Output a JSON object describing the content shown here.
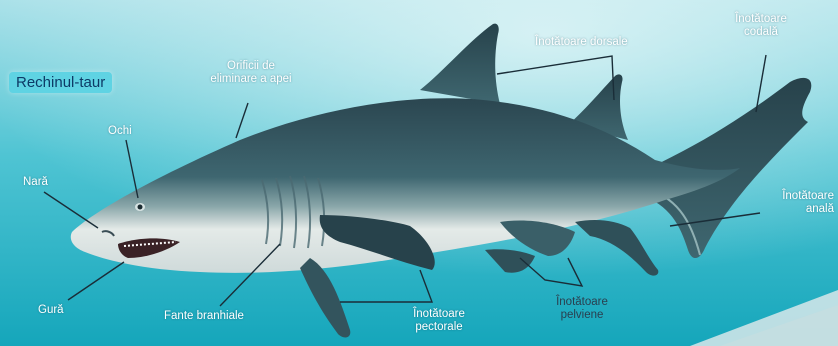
{
  "title": "Rechinul-taur",
  "labels": {
    "orifici": "Orificii de\neliminare a apei",
    "dorsale": "Înotătoare dorsale",
    "codala": "Înotătoare\ncodală",
    "ochi": "Ochi",
    "nara": "Nară",
    "anala": "Înotătoare\nanală",
    "gura": "Gură",
    "fante": "Fante branhiale",
    "pectorale": "Înotătoare\npectorale",
    "pelviene": "Înotătoare\npelviene"
  },
  "colors": {
    "water_top": "#9fdde6",
    "water_bottom": "#1fb0c4",
    "shark_back": "#2e4f5a",
    "shark_belly": "#e8ece9",
    "title_bg": "#5fd3e3",
    "title_text": "#0d3a66"
  }
}
